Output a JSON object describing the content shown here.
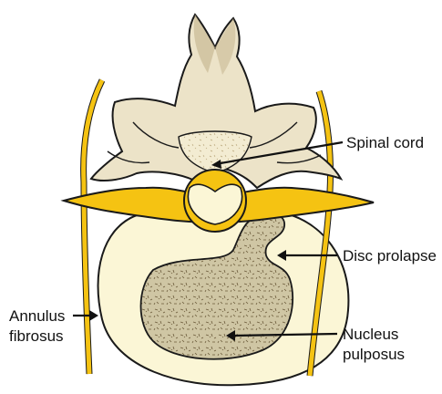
{
  "labels": {
    "spinal_cord": "Spinal cord",
    "disc_prolapse": "Disc prolapse",
    "annulus_fibrosus_line1": "Annulus",
    "annulus_fibrosus_line2": "fibrosus",
    "nucleus_pulposus_line1": "Nucleus",
    "nucleus_pulposus_line2": "pulposus"
  },
  "colors": {
    "bone": "#ece3c8",
    "bone_shadow": "#c9b994",
    "nerve": "#f5c312",
    "disc": "#fbf6d6",
    "nucleus": "#cfc6a4",
    "outline": "#1a1a1a"
  }
}
